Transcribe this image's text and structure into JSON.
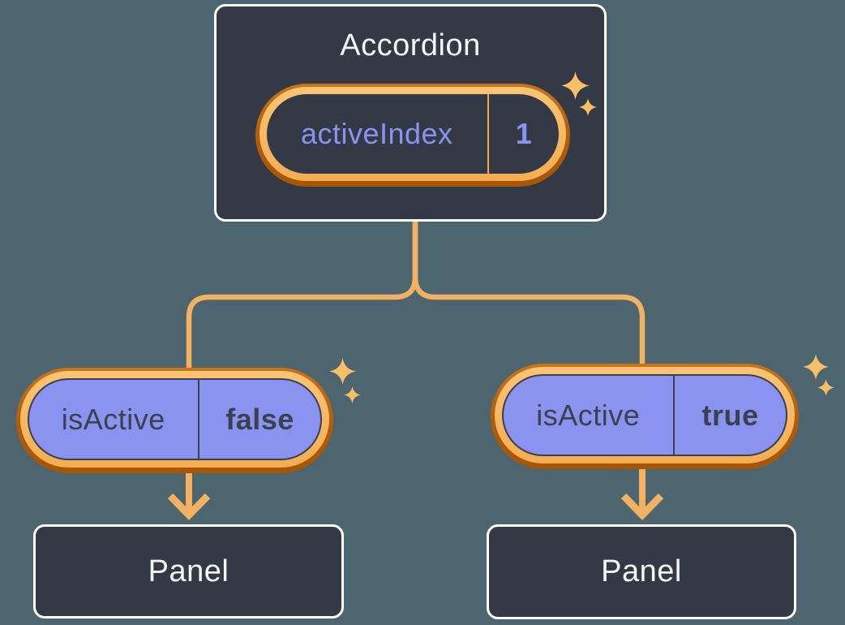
{
  "accordion": {
    "title": "Accordion",
    "pill": {
      "label": "activeIndex",
      "value": "1"
    }
  },
  "children": [
    {
      "pill": {
        "label": "isActive",
        "value": "false"
      },
      "panel_label": "Panel"
    },
    {
      "pill": {
        "label": "isActive",
        "value": "true"
      },
      "panel_label": "Panel"
    }
  ],
  "icons": {
    "sparkle": "sparkle-icon",
    "arrow": "arrow-down-icon"
  },
  "colors": {
    "background": "#4d656f",
    "node_fill": "#333a46",
    "node_border": "#ffffff",
    "connector": "#f3b261",
    "highlight_ring_light": "#f9ba63",
    "highlight_ring_dark": "#b8620f",
    "state_purple": "#8a93f0",
    "state_text_dark": "#3a414f",
    "text_light": "#f4f6f8",
    "sparkle": "#f8be68"
  }
}
